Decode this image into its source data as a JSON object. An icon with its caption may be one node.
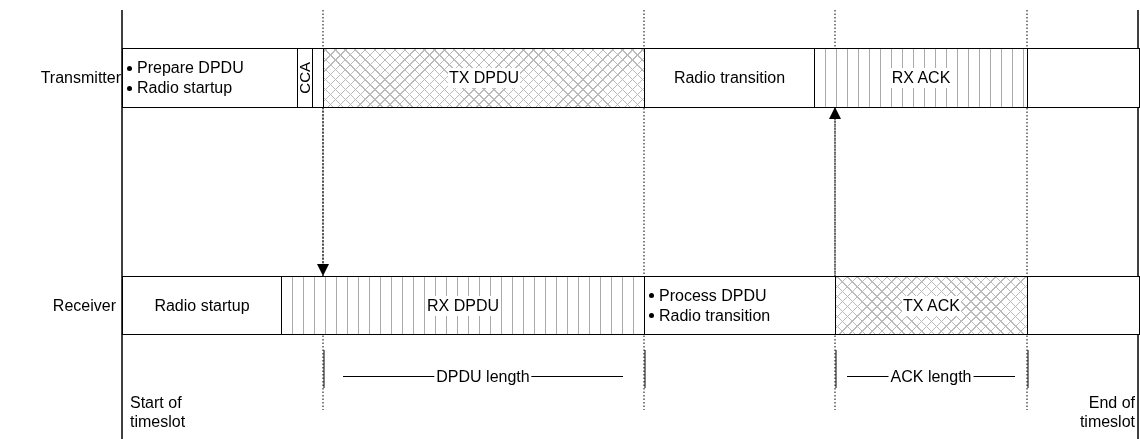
{
  "diagram": {
    "nodes": [
      {
        "text": [
          "Prepare DPDU",
          "Radio startup"
        ]
      },
      {
        "text": [
          "CCA"
        ]
      },
      {
        "text": [],
        "shape": "box"
      },
      {
        "text": [
          "TX DPDU"
        ]
      },
      {
        "text": [
          "Radio transition"
        ]
      },
      {
        "text": [
          "RX ACK"
        ]
      },
      {
        "text": [],
        "shape": "box"
      },
      {
        "text": [
          "Radio startup"
        ]
      },
      {
        "text": [
          "RX DPDU"
        ]
      },
      {
        "text": [
          "Process DPDU",
          "Radio transition"
        ]
      },
      {
        "text": [
          "TX ACK"
        ]
      },
      {
        "text": [],
        "shape": "box"
      }
    ],
    "edges": [
      {
        "from": 3,
        "to": 8,
        "arrow": "to",
        "style": "dashed"
      },
      {
        "from": 10,
        "to": 5,
        "arrow": "to",
        "style": "dashed"
      }
    ],
    "labels": [
      "Transmitter",
      "Receiver",
      "DPDU length",
      "ACK length",
      "Start of timeslot",
      "End of timeslot"
    ]
  }
}
